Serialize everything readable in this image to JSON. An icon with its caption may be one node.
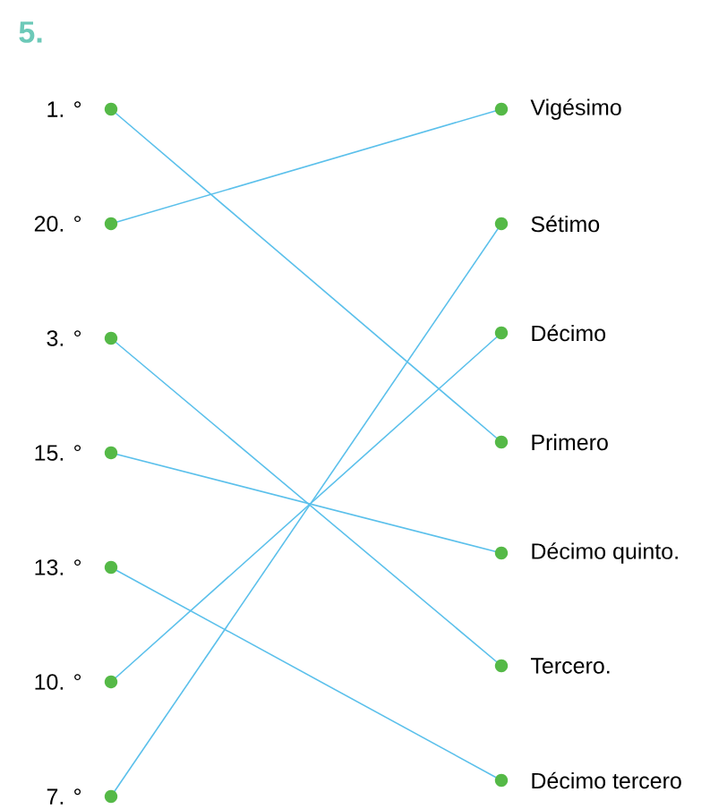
{
  "diagram": {
    "title": "5.",
    "nodes": [
      {
        "text": [
          "1. °"
        ]
      },
      {
        "text": [
          "20. °"
        ]
      },
      {
        "text": [
          "3. °"
        ]
      },
      {
        "text": [
          "15. °"
        ]
      },
      {
        "text": [
          "13. °"
        ]
      },
      {
        "text": [
          "10. °"
        ]
      },
      {
        "text": [
          "7. °"
        ]
      },
      {
        "text": [
          "Vigésimo"
        ]
      },
      {
        "text": [
          "Sétimo"
        ]
      },
      {
        "text": [
          "Décimo"
        ]
      },
      {
        "text": [
          "Primero"
        ]
      },
      {
        "text": [
          "Décimo quinto."
        ]
      },
      {
        "text": [
          "Tercero."
        ]
      },
      {
        "text": [
          "Décimo tercero"
        ]
      }
    ],
    "edges": [
      {
        "from": 0,
        "to": 10,
        "arrow": "none"
      },
      {
        "from": 1,
        "to": 7,
        "arrow": "none"
      },
      {
        "from": 2,
        "to": 12,
        "arrow": "none"
      },
      {
        "from": 3,
        "to": 11,
        "arrow": "none"
      },
      {
        "from": 4,
        "to": 13,
        "arrow": "none"
      },
      {
        "from": 5,
        "to": 9,
        "arrow": "none"
      },
      {
        "from": 6,
        "to": 8,
        "arrow": "none"
      }
    ]
  }
}
